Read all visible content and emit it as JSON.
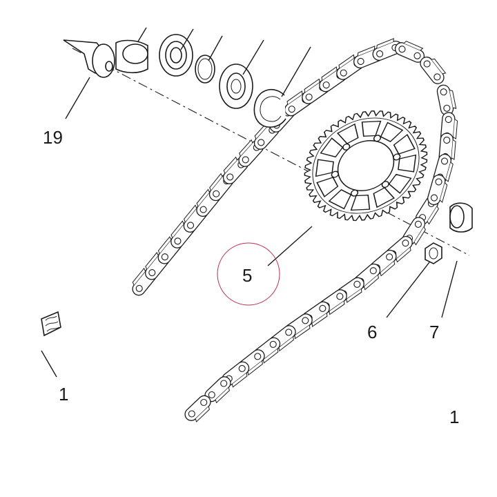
{
  "callouts": {
    "c19": "19",
    "c5": "5",
    "c6": "6",
    "c7": "7",
    "c1": "1",
    "c1b": "1"
  },
  "highlight_color": "#c0304a",
  "line_color": "#1a1a1a"
}
